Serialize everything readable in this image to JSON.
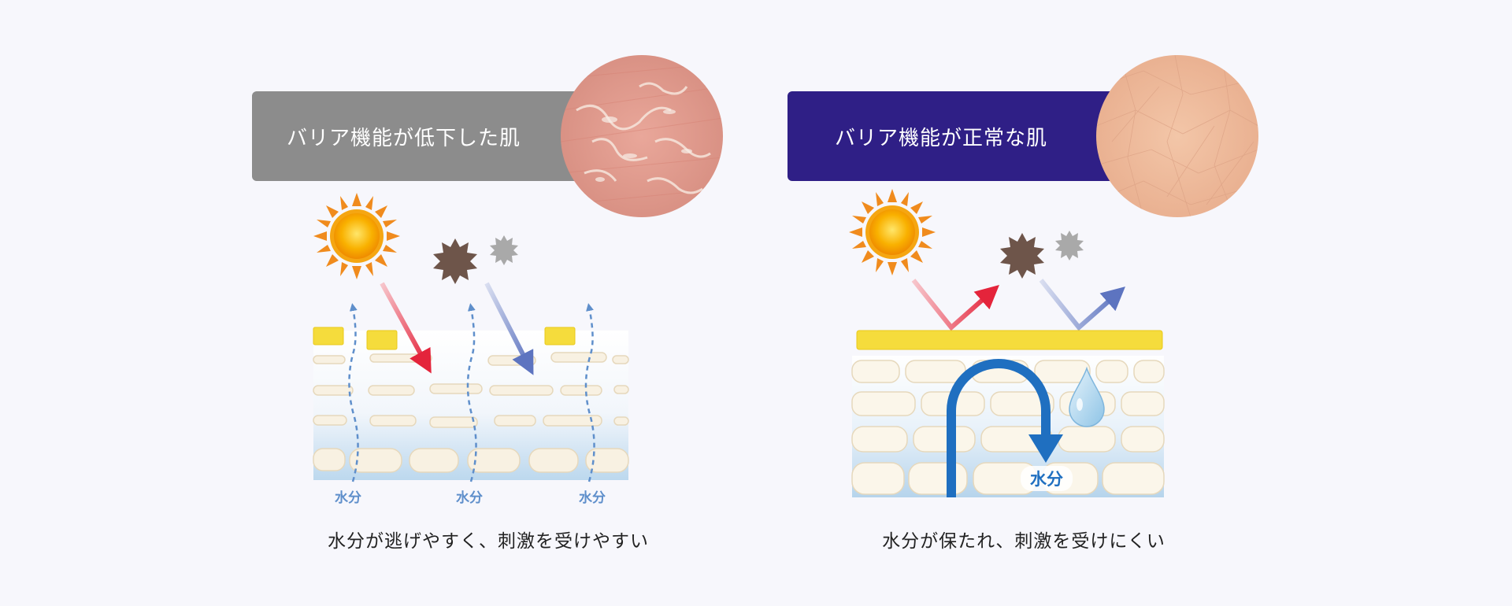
{
  "panels": [
    {
      "title": "バリア機能が低下した肌",
      "caption": "水分が逃げやすく、刺激を受けやすい",
      "water_labels": [
        "水分",
        "水分",
        "水分"
      ],
      "header_color": "#8c8c8c"
    },
    {
      "title": "バリア機能が正常な肌",
      "caption": "水分が保たれ、刺激を受けにくい",
      "water_label": "水分",
      "header_color": "#2f1f86"
    }
  ],
  "colors": {
    "background": "#f7f7fc",
    "sun": "#f39800",
    "uv_arrow": "#e8344a",
    "pollutant_arrow": "#7b8fca",
    "moisture": "#1f6fc0",
    "lipid": "#f5dc3c"
  },
  "icons": [
    "sun-icon",
    "dust-particle-icon",
    "small-particle-icon",
    "water-drop-icon"
  ]
}
